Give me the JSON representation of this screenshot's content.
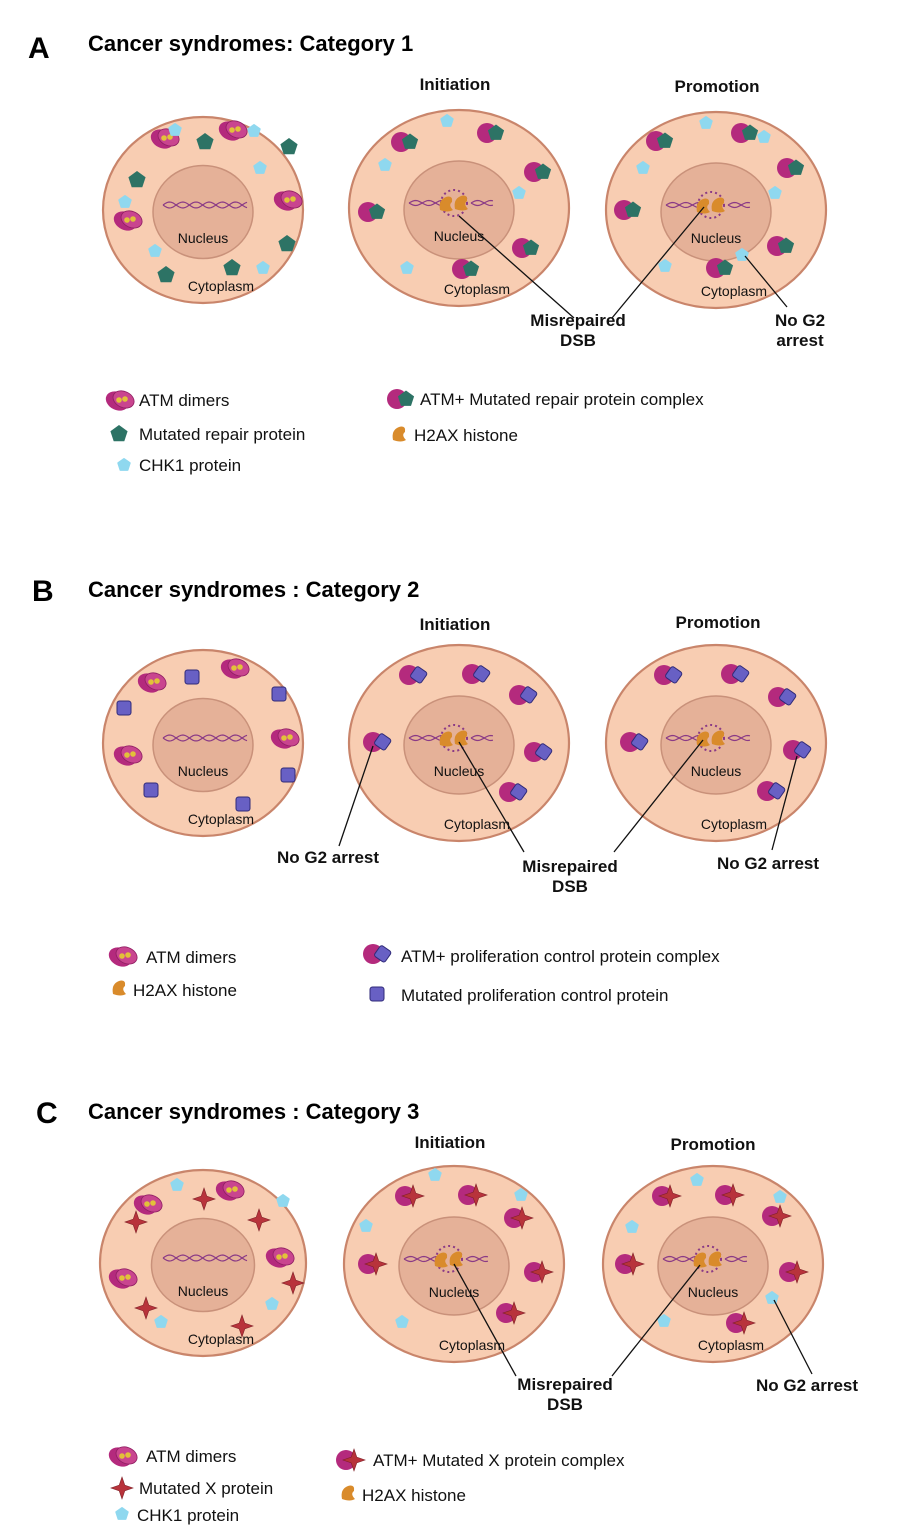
{
  "colors": {
    "cytoplasm_fill": "#f8cdb2",
    "cytoplasm_stroke": "#c9856b",
    "nucleus_fill": "#e5b198",
    "nucleus_stroke": "#c9917a",
    "dna": "#8a3a86",
    "atm_magenta": "#b42a7d",
    "atm_core": "#e2c13a",
    "repair_teal": "#2d7365",
    "chk1_blue": "#8fd8ef",
    "prolif_purple": "#6860c4",
    "x_protein_red": "#b8333b",
    "h2ax_orange": "#d98b2b"
  },
  "cell_labels": {
    "nucleus": "Nucleus",
    "cytoplasm": "Cytoplasm"
  },
  "panels": [
    {
      "letter": "A",
      "title": "Cancer syndromes: Category 1",
      "stage_initiation": "Initiation",
      "stage_promotion": "Promotion",
      "callouts": {
        "misrepaired_1": "Misrepaired",
        "misrepaired_2": "DSB",
        "nog2_1": "No G2",
        "nog2_2": "arrest"
      },
      "legend": {
        "atm_dimers": "ATM dimers",
        "mutated_protein": "Mutated repair  protein",
        "chk1": "CHK1 protein",
        "complex": "ATM+ Mutated repair protein complex",
        "h2ax": "H2AX histone"
      }
    },
    {
      "letter": "B",
      "title": "Cancer syndromes : Category 2",
      "stage_initiation": "Initiation",
      "stage_promotion": "Promotion",
      "callouts": {
        "nog2_left": "No G2 arrest",
        "misrepaired_1": "Misrepaired",
        "misrepaired_2": "DSB",
        "nog2_right": "No G2 arrest"
      },
      "legend": {
        "atm_dimers": "ATM dimers",
        "h2ax": "H2AX histone",
        "complex": "ATM+ proliferation control protein complex",
        "mutated_protein": "Mutated proliferation control protein"
      }
    },
    {
      "letter": "C",
      "title": "Cancer syndromes : Category 3",
      "stage_initiation": "Initiation",
      "stage_promotion": "Promotion",
      "callouts": {
        "misrepaired_1": "Misrepaired",
        "misrepaired_2": "DSB",
        "nog2": "No G2 arrest"
      },
      "legend": {
        "atm_dimers": "ATM dimers",
        "mutated_protein": "Mutated X protein",
        "chk1": "CHK1 protein",
        "complex": "ATM+ Mutated X  protein complex",
        "h2ax": "H2AX histone"
      }
    }
  ]
}
